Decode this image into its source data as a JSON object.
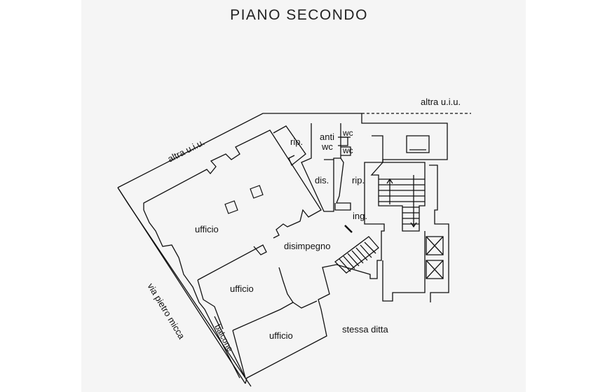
{
  "title": "PIANO SECONDO",
  "labels": {
    "altra_uiu_top": "altra u.i.u.",
    "altra_uiu_left": "altra u.i.u.",
    "rip_1": "rip.",
    "anti": "anti",
    "wc_anti": "wc",
    "wc_1": "wc",
    "wc_2": "wc",
    "dis": "dis.",
    "rip_2": "rip.",
    "ing": "ing.",
    "ufficio_1": "ufficio",
    "disimpegno": "disimpegno",
    "ufficio_2": "ufficio",
    "ufficio_3": "ufficio",
    "stessa_ditta": "stessa ditta",
    "via_pietro_micca": "via pietro micca",
    "balcone": "balcone"
  }
}
